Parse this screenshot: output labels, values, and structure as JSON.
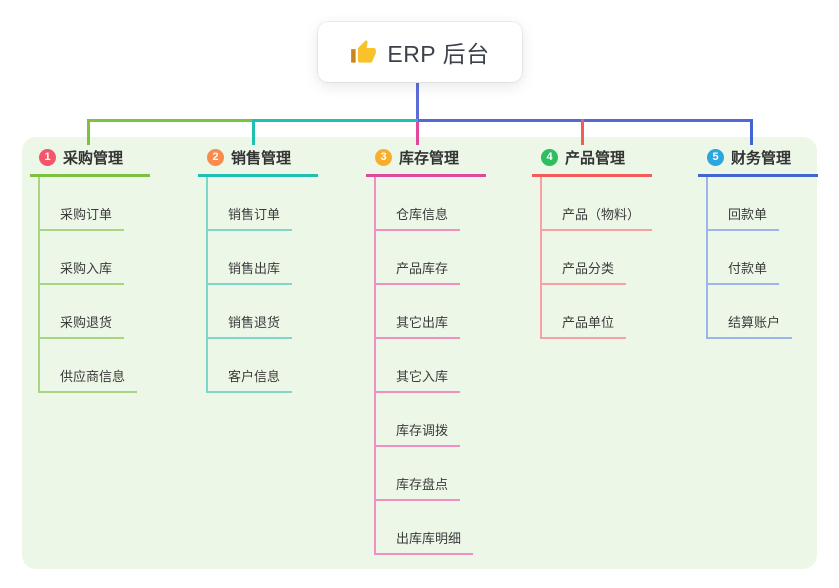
{
  "root": {
    "label": "ERP 后台",
    "icon": "thumbs-up",
    "icon_hand_color": "#f9c22b",
    "icon_cuff_color": "#c9861b"
  },
  "canvas": {
    "panel_bg": "#ecf7e8",
    "trunk_color": "#5e6cd8",
    "rail_blue": "#5468d6"
  },
  "branches": [
    {
      "index": "1",
      "label": "采购管理",
      "badge_color": "#f6556a",
      "line_color": "#7cc140",
      "child_line_color": "#a8d584",
      "children": [
        "采购订单",
        "采购入库",
        "采购退货",
        "供应商信息"
      ]
    },
    {
      "index": "2",
      "label": "销售管理",
      "badge_color": "#fb8b4c",
      "line_color": "#1fbfb1",
      "child_line_color": "#7ed7cb",
      "children": [
        "销售订单",
        "销售出库",
        "销售退货",
        "客户信息"
      ]
    },
    {
      "index": "3",
      "label": "库存管理",
      "badge_color": "#f8ae2c",
      "line_color": "#e0479d",
      "child_line_color": "#f08fc2",
      "children": [
        "仓库信息",
        "产品库存",
        "其它出库",
        "其它入库",
        "库存调拨",
        "库存盘点",
        "出库库明细"
      ]
    },
    {
      "index": "4",
      "label": "产品管理",
      "badge_color": "#2ebd5f",
      "line_color": "#f45b5b",
      "child_line_color": "#f7a2a2",
      "children": [
        "产品（物料）",
        "产品分类",
        "产品单位"
      ]
    },
    {
      "index": "5",
      "label": "财务管理",
      "badge_color": "#2ba6de",
      "line_color": "#4166d2",
      "child_line_color": "#9eb5e9",
      "children": [
        "回款单",
        "付款单",
        "结算账户"
      ]
    }
  ]
}
